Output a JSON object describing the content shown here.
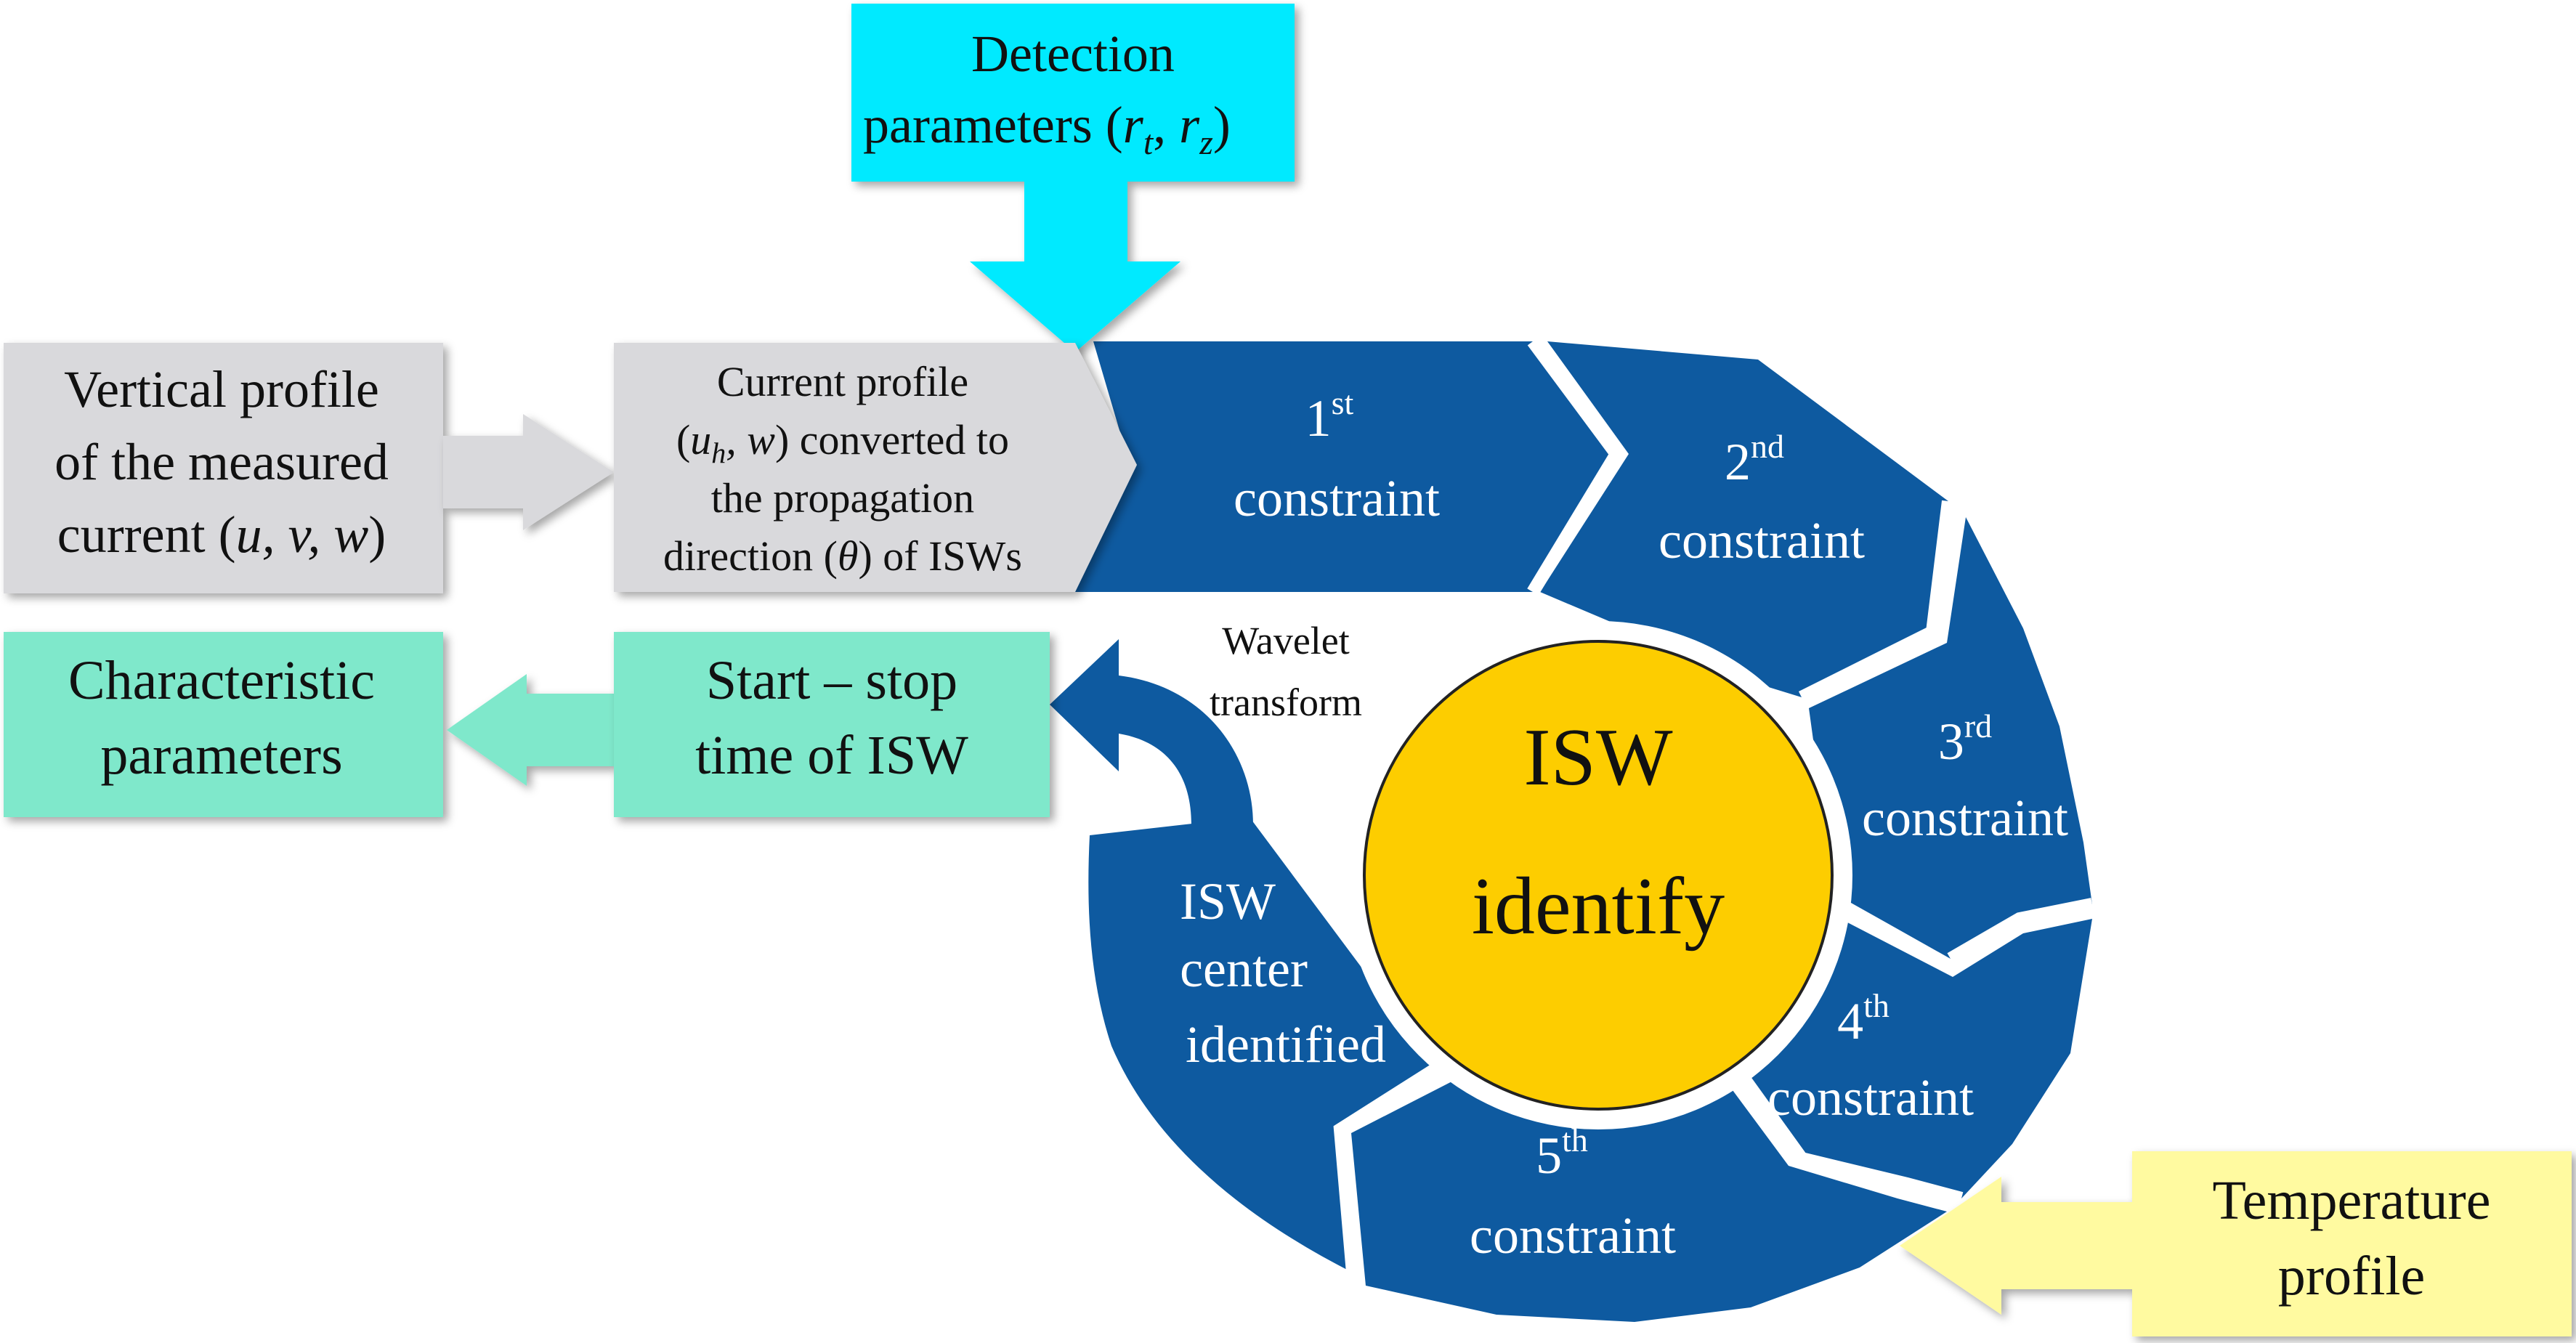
{
  "detection": {
    "line1": "Detection",
    "line2": "parameters (",
    "r": "r",
    "sub_t": "t",
    "comma": ", ",
    "sub_z": "z",
    "close": ")"
  },
  "vertical_profile": {
    "line1": "Vertical profile",
    "line2": "of the measured",
    "line3_prefix": "current (",
    "vars": "u, v, w",
    "line3_suffix": ")"
  },
  "current_profile": {
    "line1": "Current profile",
    "l2_open": "(",
    "u": "u",
    "sub_h": "h",
    "l2_rest_var": ", w",
    "l2_rest": ") converted to",
    "line3": "the propagation",
    "l4_prefix": "direction (",
    "theta": "θ",
    "l4_suffix": ") of ISWs"
  },
  "characteristic": {
    "line1": "Characteristic",
    "line2": "parameters"
  },
  "start_stop": {
    "line1": "Start – stop",
    "line2": "time of ISW"
  },
  "wavelet": {
    "line1": "Wavelet",
    "line2": "transform"
  },
  "center": {
    "line1": "ISW",
    "line2": "identify"
  },
  "constraints": [
    {
      "num": "1",
      "sup": "st",
      "label": "constraint"
    },
    {
      "num": "2",
      "sup": "nd",
      "label": "constraint"
    },
    {
      "num": "3",
      "sup": "rd",
      "label": "constraint"
    },
    {
      "num": "4",
      "sup": "th",
      "label": "constraint"
    },
    {
      "num": "5",
      "sup": "th",
      "label": "constraint"
    }
  ],
  "isw_center": {
    "line1": "ISW",
    "line2": "center",
    "line3": "identified"
  },
  "temperature": {
    "line1": "Temperature",
    "line2": "profile"
  },
  "colors": {
    "segment_blue": "#0e5aa0",
    "cyan": "#00eaff",
    "gray": "#d9d9dc",
    "mint": "#7fe8cb",
    "yellow_note": "#fffaa0",
    "gold": "#fdcd00"
  }
}
